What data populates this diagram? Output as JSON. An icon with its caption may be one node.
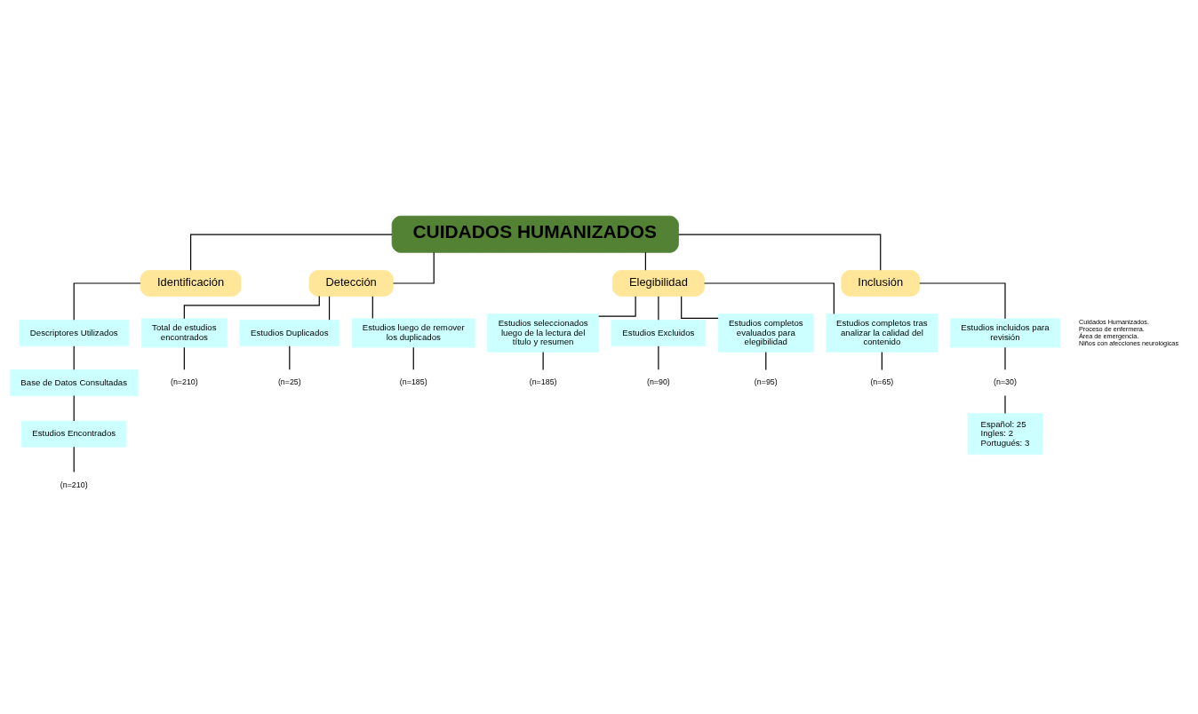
{
  "diagram": {
    "nodes": [
      {
        "text": [
          "CUIDADOS HUMANIZADOS"
        ]
      },
      {
        "text": [
          "Identificación"
        ]
      },
      {
        "text": [
          "Detección"
        ]
      },
      {
        "text": [
          "Elegibilidad"
        ]
      },
      {
        "text": [
          "Inclusión"
        ]
      },
      {
        "text": [
          "Descriptores Utilizados"
        ],
        "beside": [
          "Cuidados Humanizados.",
          "Proceso de enfermera.",
          "Área de emergencia.",
          "Niños con afecciones neurológicas"
        ]
      },
      {
        "text": [
          "Base de Datos Consultadas"
        ]
      },
      {
        "text": [
          "Estudios Encontrados"
        ]
      },
      {
        "text": [
          "(n=210)"
        ]
      },
      {
        "text": [
          "Total de estudios encontrados"
        ]
      },
      {
        "text": [
          "(n=210)"
        ]
      },
      {
        "text": [
          "Estudios Duplicados"
        ]
      },
      {
        "text": [
          "(n=25)"
        ]
      },
      {
        "text": [
          "Estudios luego de remover los duplicados"
        ]
      },
      {
        "text": [
          "(n=185)"
        ]
      },
      {
        "text": [
          "Estudios seleccionados luego de la lectura del título y resumen"
        ]
      },
      {
        "text": [
          "(n=185)"
        ]
      },
      {
        "text": [
          "Estudios Excluidos"
        ]
      },
      {
        "text": [
          "(n=90)"
        ]
      },
      {
        "text": [
          "Estudios completos evaluados para elegibilidad"
        ]
      },
      {
        "text": [
          "(n=95)"
        ]
      },
      {
        "text": [
          "Estudios completos tras analizar la calidad del contenido"
        ]
      },
      {
        "text": [
          "(n=65)"
        ]
      },
      {
        "text": [
          "Estudios incluidos para revisión"
        ]
      },
      {
        "text": [
          "(n=30)"
        ]
      },
      {
        "text": [
          "Español: 25",
          "Ingles: 2",
          "Portugués: 3"
        ]
      }
    ],
    "edges": [
      {
        "from": 0,
        "to": 1,
        "arrow": "none"
      },
      {
        "from": 0,
        "to": 2,
        "arrow": "none"
      },
      {
        "from": 0,
        "to": 3,
        "arrow": "none"
      },
      {
        "from": 0,
        "to": 4,
        "arrow": "none"
      },
      {
        "from": 1,
        "to": 5,
        "arrow": "none"
      },
      {
        "from": 5,
        "to": 6,
        "arrow": "none"
      },
      {
        "from": 6,
        "to": 7,
        "arrow": "none"
      },
      {
        "from": 7,
        "to": 8,
        "arrow": "none"
      },
      {
        "from": 2,
        "to": 9,
        "arrow": "none"
      },
      {
        "from": 2,
        "to": 11,
        "arrow": "none"
      },
      {
        "from": 2,
        "to": 13,
        "arrow": "none"
      },
      {
        "from": 9,
        "to": 10,
        "arrow": "none"
      },
      {
        "from": 11,
        "to": 12,
        "arrow": "none"
      },
      {
        "from": 13,
        "to": 14,
        "arrow": "none"
      },
      {
        "from": 3,
        "to": 15,
        "arrow": "none"
      },
      {
        "from": 3,
        "to": 17,
        "arrow": "none"
      },
      {
        "from": 3,
        "to": 19,
        "arrow": "none"
      },
      {
        "from": 3,
        "to": 21,
        "arrow": "none"
      },
      {
        "from": 15,
        "to": 16,
        "arrow": "none"
      },
      {
        "from": 17,
        "to": 18,
        "arrow": "none"
      },
      {
        "from": 19,
        "to": 20,
        "arrow": "none"
      },
      {
        "from": 21,
        "to": 22,
        "arrow": "none"
      },
      {
        "from": 4,
        "to": 23,
        "arrow": "none"
      },
      {
        "from": 23,
        "to": 24,
        "arrow": "none"
      },
      {
        "from": 24,
        "to": 25,
        "arrow": "none"
      }
    ]
  }
}
